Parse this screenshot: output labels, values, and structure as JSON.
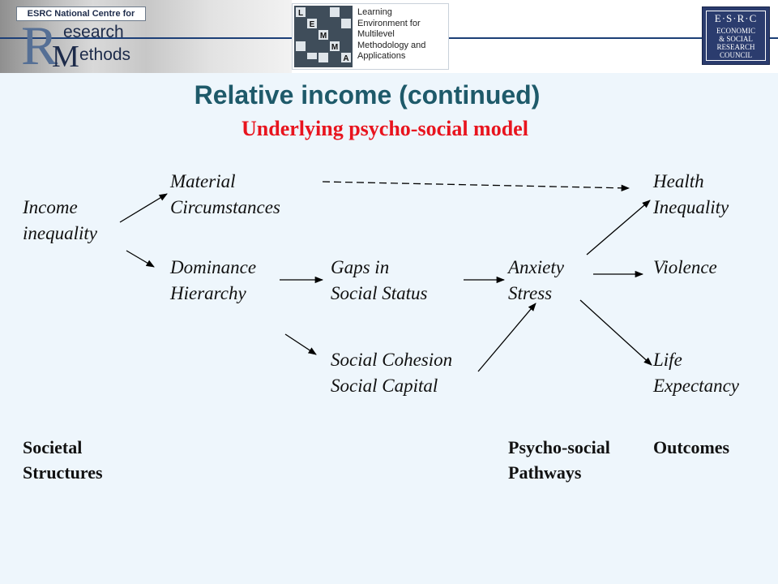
{
  "header": {
    "ncrm_logo": {
      "caption": "ESRC National Centre for",
      "R": "R",
      "esearch": "esearch",
      "M": "M",
      "ethods": "ethods"
    },
    "lemma_logo": {
      "grid_letters": [
        "L",
        "E",
        "M",
        "M",
        "A"
      ],
      "text_lines": [
        "Learning",
        "Environment for",
        "Multilevel",
        "Methodology and",
        "Applications"
      ]
    },
    "esrc_logo": {
      "lines": [
        "E·S·R·C",
        "ECONOMIC",
        "& SOCIAL",
        "RESEARCH",
        "COUNCIL"
      ]
    }
  },
  "slide": {
    "title": "Relative income (continued)",
    "subtitle": "Underlying psycho-social model"
  },
  "diagram": {
    "nodes": {
      "income_inequality": [
        "Income",
        "inequality"
      ],
      "material_circumstances": [
        "Material",
        "Circumstances"
      ],
      "dominance_hierarchy": [
        "Dominance",
        "Hierarchy"
      ],
      "gaps_social_status": [
        "Gaps in",
        "Social Status"
      ],
      "social_cohesion": [
        "Social Cohesion",
        "Social Capital"
      ],
      "anxiety_stress": [
        "Anxiety",
        "Stress"
      ],
      "health_inequality": [
        "Health",
        "Inequality"
      ],
      "violence": [
        "Violence"
      ],
      "life_expectancy": [
        "Life",
        "Expectancy"
      ]
    },
    "stage_labels": {
      "societal_structures": [
        "Societal",
        "Structures"
      ],
      "psycho_social_pathways": [
        "Psycho-social",
        "Pathways"
      ],
      "outcomes": [
        "Outcomes"
      ]
    },
    "edges": [
      {
        "from": "income_inequality",
        "to": "material_circumstances",
        "style": "solid"
      },
      {
        "from": "income_inequality",
        "to": "dominance_hierarchy",
        "style": "solid"
      },
      {
        "from": "material_circumstances",
        "to": "health_inequality",
        "style": "dashed"
      },
      {
        "from": "dominance_hierarchy",
        "to": "gaps_social_status",
        "style": "solid"
      },
      {
        "from": "dominance_hierarchy",
        "to": "social_cohesion",
        "style": "solid"
      },
      {
        "from": "gaps_social_status",
        "to": "anxiety_stress",
        "style": "solid"
      },
      {
        "from": "social_cohesion",
        "to": "anxiety_stress",
        "style": "solid"
      },
      {
        "from": "anxiety_stress",
        "to": "health_inequality",
        "style": "solid"
      },
      {
        "from": "anxiety_stress",
        "to": "violence",
        "style": "solid"
      },
      {
        "from": "anxiety_stress",
        "to": "life_expectancy",
        "style": "solid"
      }
    ]
  },
  "colors": {
    "background": "#eef6fc",
    "title": "#1e5a6a",
    "subtitle": "#e8141e",
    "esrc_blue": "#2b3c6e",
    "ncrm_blue": "#1d2b4a"
  }
}
